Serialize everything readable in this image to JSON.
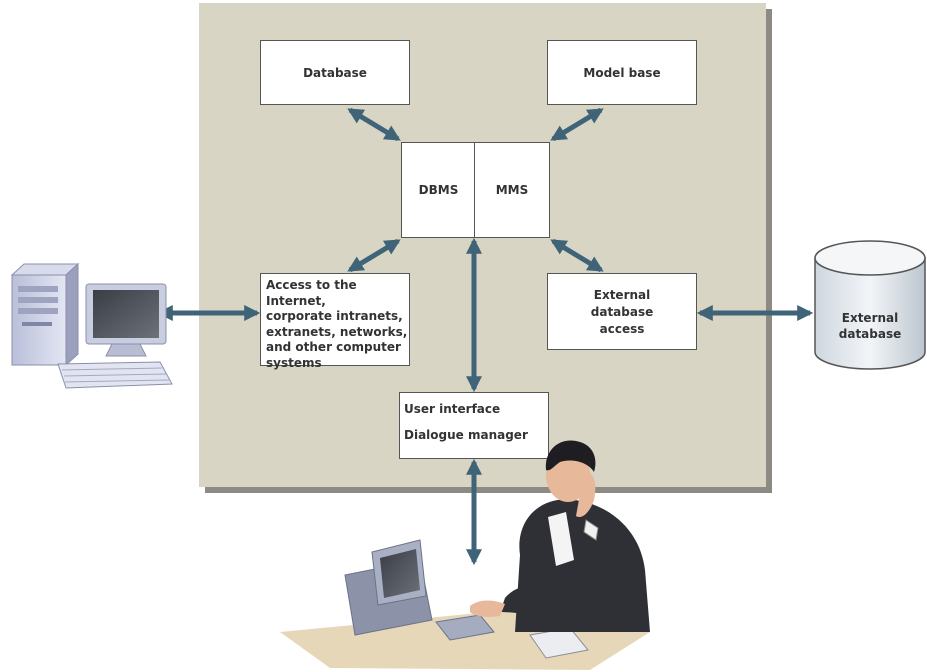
{
  "boxes": {
    "database": "Database",
    "model_base": "Model base",
    "dbms": "DBMS",
    "mms": "MMS",
    "access_lines": [
      "Access to the Internet,",
      "corporate intranets,",
      "extranets, networks,",
      "and other computer",
      "systems"
    ],
    "external_access_lines": [
      "External",
      "database",
      "access"
    ],
    "user_interface": "User interface",
    "dialogue_manager": "Dialogue manager"
  },
  "external_database_lines": [
    "External",
    "database"
  ],
  "colors": {
    "panel": "#d9d5c5",
    "panel_shadow": "#8d8a84",
    "arrow": "#3f6478",
    "box_border": "#555555"
  },
  "icons": [
    "desktop-computer-icon",
    "database-cylinder-icon",
    "businessman-at-computer-icon"
  ]
}
